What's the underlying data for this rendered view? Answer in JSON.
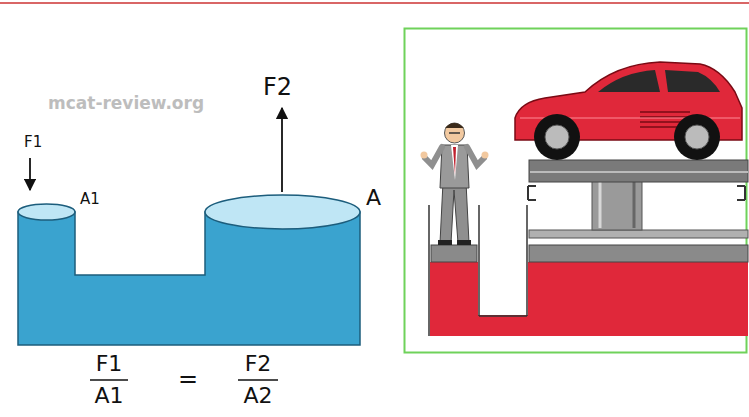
{
  "diagram": {
    "labels": [
      "mcat-review.org",
      "F1",
      "A1",
      "F2",
      "A",
      "F1",
      "A1",
      "=",
      "F2",
      "A2"
    ]
  }
}
